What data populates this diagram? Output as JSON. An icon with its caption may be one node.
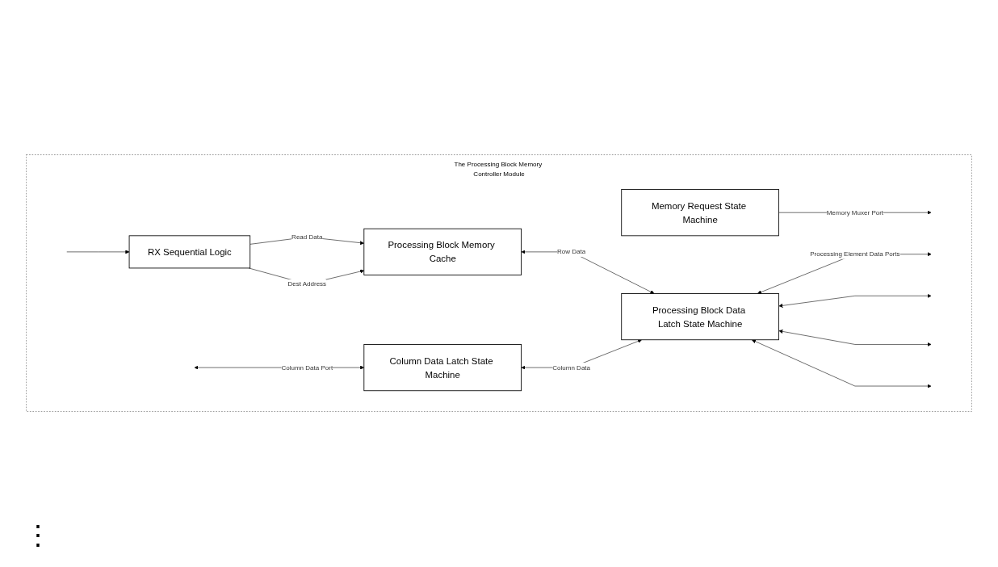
{
  "diagram": {
    "nodes": [
      {
        "text": [
          "The Processing Block Memory Controller Module"
        ]
      },
      {
        "text": [
          "Memory Request State Machine"
        ],
        "in": 0
      },
      {
        "text": [
          "RX Sequential Logic"
        ],
        "in": 0
      },
      {
        "text": [
          "Processing Block Memory Cache"
        ],
        "in": 0
      },
      {
        "text": [
          "Column Data Latch State Machine"
        ],
        "in": 0
      },
      {
        "text": [
          "Processing Block Data Latch State Machine"
        ],
        "in": 0
      }
    ],
    "edges": [
      {
        "from": 1,
        "to": null,
        "arrow": "to",
        "label": "Memory Muxer Port"
      },
      {
        "from": null,
        "to": 2,
        "arrow": "to"
      },
      {
        "from": 2,
        "to": 3,
        "arrow": "to",
        "label": "Read Data"
      },
      {
        "from": 2,
        "to": 3,
        "arrow": "to",
        "label": "Dest Address"
      },
      {
        "from": 3,
        "to": 5,
        "arrow": "both",
        "label": "Row Data"
      },
      {
        "from": null,
        "to": 4,
        "arrow": "both",
        "label": "Column Data Port"
      },
      {
        "from": 4,
        "to": 5,
        "arrow": "both",
        "label": "Column Data"
      },
      {
        "from": 5,
        "to": null,
        "arrow": "both",
        "label": "Processing Element Data Ports"
      },
      {
        "from": 5,
        "to": null,
        "arrow": "both"
      },
      {
        "from": 5,
        "to": null,
        "arrow": "both"
      },
      {
        "from": 5,
        "to": null,
        "arrow": "both"
      }
    ],
    "labels": [
      "⋮"
    ]
  }
}
